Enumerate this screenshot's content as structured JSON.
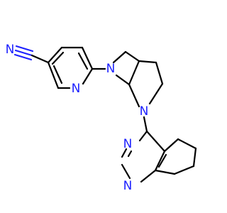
{
  "molecule": {
    "atoms": {
      "nitrile_n": "N",
      "pyridine_n": "N",
      "pyrrolidine_n1": "N",
      "pyrrolidine_n2": "N",
      "pyrimidine_n1": "N",
      "pyrimidine_n2": "N"
    },
    "colors": {
      "bond": "#000000",
      "heteroatom": "#1e22ff"
    }
  }
}
